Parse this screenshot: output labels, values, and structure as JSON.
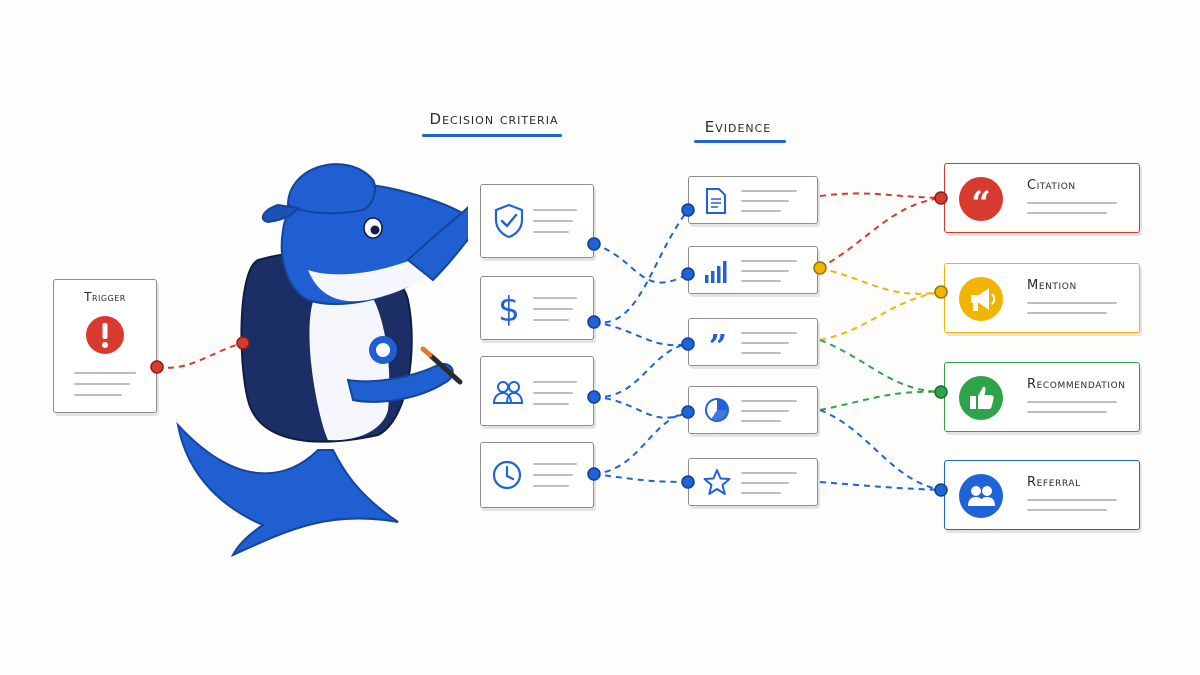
{
  "labels": {
    "decision_criteria": "Decision criteria",
    "evidence": "Evidence",
    "trigger": "Trigger"
  },
  "outputs": [
    {
      "label": "Citation",
      "color": "#d93a30",
      "icon": "quote-icon"
    },
    {
      "label": "Mention",
      "color": "#f2b400",
      "icon": "megaphone-icon"
    },
    {
      "label": "Recommendation",
      "color": "#2fa24a",
      "icon": "thumbs-up-icon"
    },
    {
      "label": "Referral",
      "color": "#1f63d8",
      "icon": "users-icon"
    }
  ],
  "criteria_icons": [
    "shield-check-icon",
    "dollar-icon",
    "people-icon",
    "clock-icon"
  ],
  "evidence_icons": [
    "document-icon",
    "bar-chart-icon",
    "quote-mark-icon",
    "pie-chart-icon",
    "star-icon"
  ],
  "colors": {
    "accent_blue": "#1f63d8",
    "trigger_red": "#d93a30",
    "mascot_blue": "#1f5fd1",
    "hoodie_navy": "#1c2e66"
  }
}
